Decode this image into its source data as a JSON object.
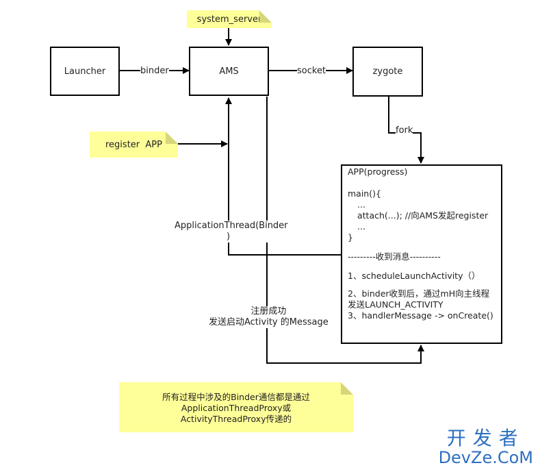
{
  "nodes": {
    "system_server": "system_server",
    "launcher": "Launcher",
    "ams": "AMS",
    "zygote": "zygote",
    "register_app": "register  APP"
  },
  "edges": {
    "binder": "binder",
    "socket": "socket",
    "fork": "fork",
    "application_thread_1": "ApplicationThread(Binder",
    "application_thread_2": ")",
    "register_success_1": "注册成功",
    "register_success_2": "发送启动Activity 的Message"
  },
  "app": {
    "title": "APP(progress)",
    "lines": {
      "main_open": "main(){",
      "dots1": "...",
      "attach": "attach(...); //向AMS发起register",
      "dots2": "...",
      "main_close": "}",
      "divider": "---------收到消息----------",
      "step1": "1、scheduleLaunchActivity（）",
      "step2a": "2、binder收到后，通过mH向主线程",
      "step2b": "发送LAUNCH_ACTIVITY",
      "step3": "3、handlerMessage -> onCreate()"
    }
  },
  "footnote": {
    "line1": "所有过程中涉及的Binder通信都是通过",
    "line2": "ApplicationThreadProxy或",
    "line3": "ActivityThreadProxy传递的"
  },
  "watermark": {
    "cn": "开发者",
    "en": "DevZe.CoM"
  }
}
